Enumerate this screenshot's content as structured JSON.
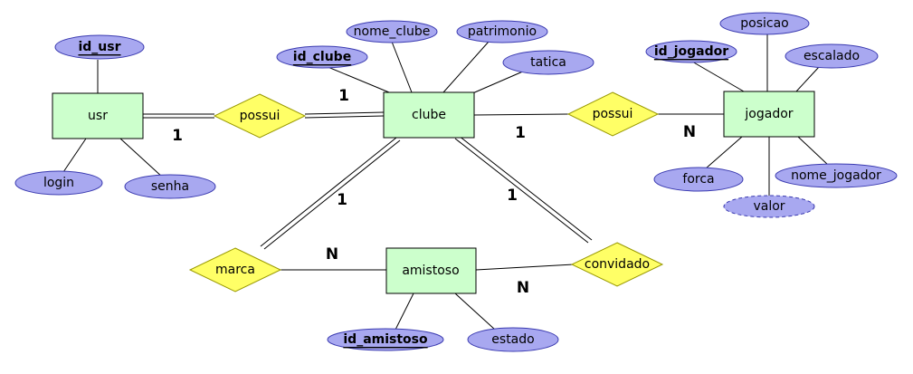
{
  "entities": {
    "usr": "usr",
    "clube": "clube",
    "jogador": "jogador",
    "amistoso": "amistoso"
  },
  "relationships": {
    "possui_usr_clube": "possui",
    "possui_clube_jogador": "possui",
    "marca": "marca",
    "convidado": "convidado"
  },
  "attributes": {
    "id_usr": "id_usr",
    "login": "login",
    "senha": "senha",
    "id_clube": "id_clube",
    "nome_clube": "nome_clube",
    "patrimonio": "patrimonio",
    "tatica": "tatica",
    "posicao": "posicao",
    "id_jogador": "id_jogador",
    "escalado": "escalado",
    "forca": "forca",
    "valor": "valor",
    "nome_jogador": "nome_jogador",
    "id_amistoso": "id_amistoso",
    "estado": "estado"
  },
  "cardinalities": {
    "usr_possui_clube_left": "1",
    "usr_possui_clube_right": "1",
    "clube_possui_jogador_left": "1",
    "clube_possui_jogador_right": "N",
    "clube_marca": "1",
    "marca_amistoso": "N",
    "clube_convidado": "1",
    "amistoso_convidado": "N"
  }
}
